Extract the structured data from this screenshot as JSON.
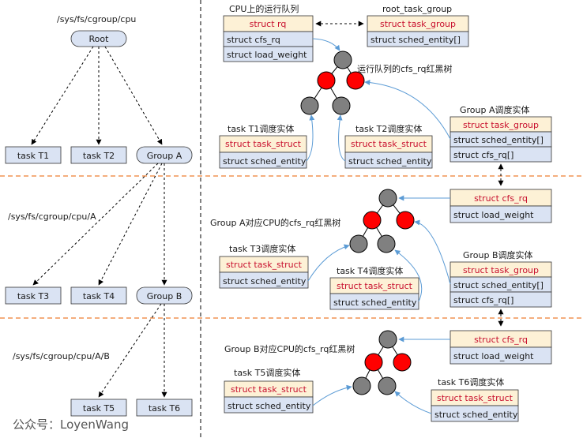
{
  "left_tree": {
    "path_root": "/sys/fs/cgroup/cpu",
    "path_a": "/sys/fs/cgroup/cpu/A",
    "path_b": "/sys/fs/cgroup/cpu/A/B",
    "root": "Root",
    "t1": "task T1",
    "t2": "task T2",
    "group_a": "Group A",
    "t3": "task T3",
    "t4": "task T4",
    "group_b": "Group B",
    "t5": "task T5",
    "t6": "task T6"
  },
  "right": {
    "runqueue": {
      "title": "CPU上的运行队列",
      "rows": [
        "struct rq",
        "struct cfs_rq",
        "struct load_weight"
      ]
    },
    "root_task_group": {
      "title": "root_task_group",
      "rows": [
        "struct task_group",
        "struct sched_entity[]"
      ]
    },
    "tree1_label": "运行队列的cfs_rq红黑树",
    "t1_entity": {
      "title": "task T1调度实体",
      "rows": [
        "struct task_struct",
        "struct sched_entity"
      ]
    },
    "t2_entity": {
      "title": "task T2调度实体",
      "rows": [
        "struct task_struct",
        "struct sched_entity"
      ]
    },
    "group_a_entity": {
      "title": "Group A调度实体",
      "rows": [
        "struct task_group",
        "struct sched_entity[]",
        "struct cfs_rq[]"
      ]
    },
    "group_a_cfs": {
      "rows": [
        "struct cfs_rq",
        "struct load_weight"
      ]
    },
    "tree2_label": "Group A对应CPU的cfs_rq红黑树",
    "t3_entity": {
      "title": "task T3调度实体",
      "rows": [
        "struct task_struct",
        "struct sched_entity"
      ]
    },
    "t4_entity": {
      "title": "task T4调度实体",
      "rows": [
        "struct task_struct",
        "struct sched_entity"
      ]
    },
    "group_b_entity": {
      "title": "Group B调度实体",
      "rows": [
        "struct task_group",
        "struct sched_entity[]",
        "struct cfs_rq[]"
      ]
    },
    "group_b_cfs": {
      "rows": [
        "struct cfs_rq",
        "struct load_weight"
      ]
    },
    "tree3_label": "Group B对应CPU的cfs_rq红黑树",
    "t5_entity": {
      "title": "task T5调度实体",
      "rows": [
        "struct task_struct",
        "struct sched_entity"
      ]
    },
    "t6_entity": {
      "title": "task T6调度实体",
      "rows": [
        "struct task_struct",
        "struct sched_entity"
      ]
    }
  },
  "watermark": "公众号：LoyenWang",
  "colors": {
    "box_fill": "#dae3f3",
    "box_head_fill": "#fdf1d6",
    "head_text": "#c8102e",
    "node_red": "#ff0000",
    "node_gray": "#808080",
    "blue_arrow": "#5b9bd5",
    "divider": "#ed7d31"
  }
}
